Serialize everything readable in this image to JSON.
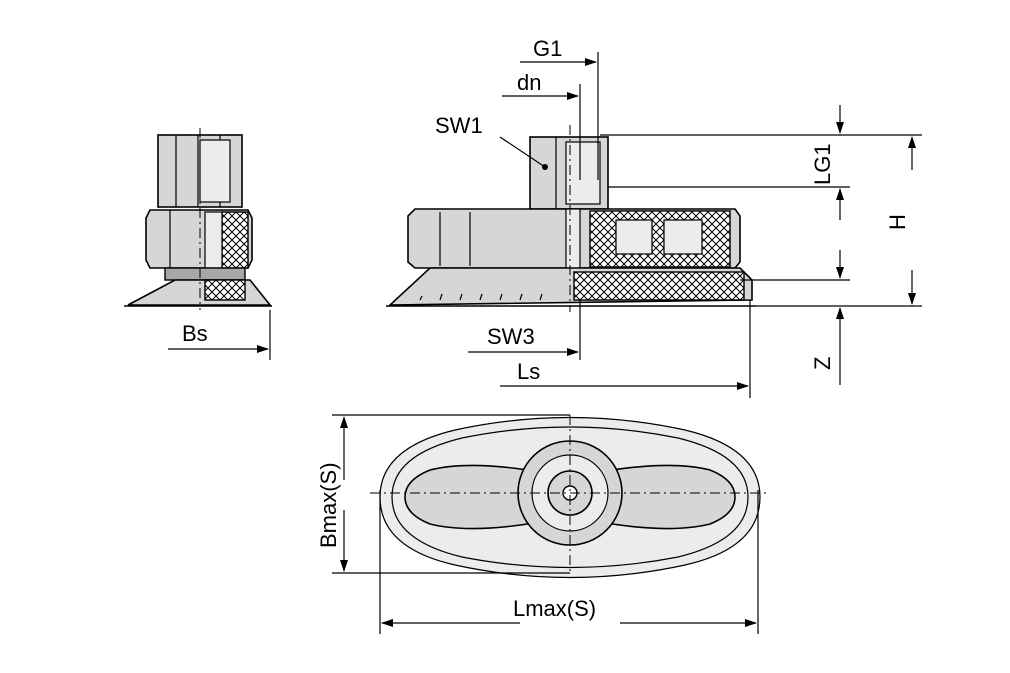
{
  "labels": {
    "g1": "G1",
    "dn": "dn",
    "sw1": "SW1",
    "lg1": "LG1",
    "h": "H",
    "bs": "Bs",
    "sw3": "SW3",
    "ls": "Ls",
    "z": "Z",
    "bmax": "Bmax(S)",
    "lmax": "Lmax(S)"
  }
}
